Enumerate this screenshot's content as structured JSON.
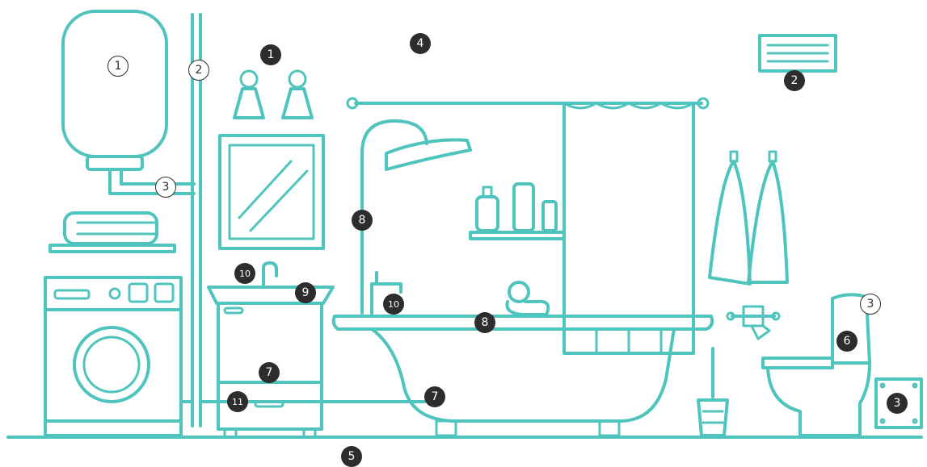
{
  "colors": {
    "line": "#4fc4bd",
    "badge_fill": "#2d2d2d",
    "badge_text": "#ffffff",
    "background": "#ffffff"
  },
  "badges": [
    {
      "id": "water-heater",
      "label": "1",
      "style": "outlined"
    },
    {
      "id": "vertical-pipe",
      "label": "2",
      "style": "outlined"
    },
    {
      "id": "pipe-joint",
      "label": "3",
      "style": "outlined"
    },
    {
      "id": "wall-lamps",
      "label": "1",
      "style": "filled"
    },
    {
      "id": "ceiling",
      "label": "4",
      "style": "filled"
    },
    {
      "id": "air-vent",
      "label": "2",
      "style": "filled"
    },
    {
      "id": "shower-column",
      "label": "8",
      "style": "filled"
    },
    {
      "id": "sink-faucet",
      "label": "10",
      "style": "filled"
    },
    {
      "id": "washbasin",
      "label": "9",
      "style": "filled"
    },
    {
      "id": "bath-faucet",
      "label": "10",
      "style": "filled"
    },
    {
      "id": "bathtub-rim",
      "label": "8",
      "style": "filled"
    },
    {
      "id": "vanity-cabinet",
      "label": "7",
      "style": "filled"
    },
    {
      "id": "drawer",
      "label": "11",
      "style": "filled"
    },
    {
      "id": "bathtub",
      "label": "7",
      "style": "filled"
    },
    {
      "id": "floor",
      "label": "5",
      "style": "filled"
    },
    {
      "id": "toilet-tank-label",
      "label": "3",
      "style": "outlined"
    },
    {
      "id": "toilet",
      "label": "6",
      "style": "filled"
    },
    {
      "id": "wall-panel",
      "label": "3",
      "style": "filled"
    }
  ]
}
